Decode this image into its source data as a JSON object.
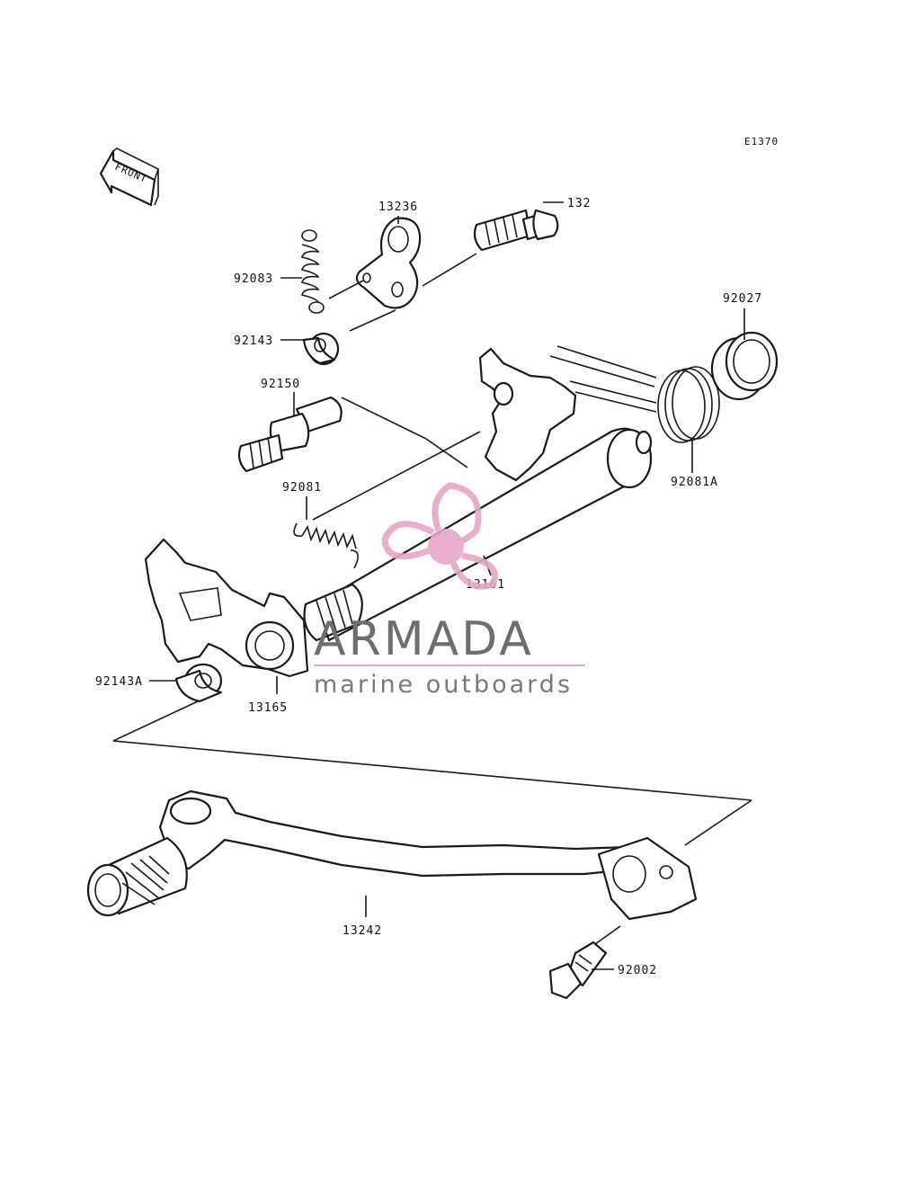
{
  "diagram_code": "E1370",
  "front_arrow": {
    "label": "FRONT",
    "icon": "front-arrow-icon"
  },
  "parts": {
    "p13236": "13236",
    "p132": "132",
    "p92083": "92083",
    "p92143": "92143",
    "p92027": "92027",
    "p92150": "92150",
    "p92081A": "92081A",
    "p92081": "92081",
    "p13161": "13161",
    "p92143A": "92143A",
    "p13165": "13165",
    "p13242": "13242",
    "p92002": "92002"
  },
  "watermark": {
    "brand": "ARMADA",
    "tagline": "marine outboards",
    "logo_color": "#e6a6c8",
    "line_color": "#e6a6c8",
    "text_color": "#6e6e6e"
  }
}
